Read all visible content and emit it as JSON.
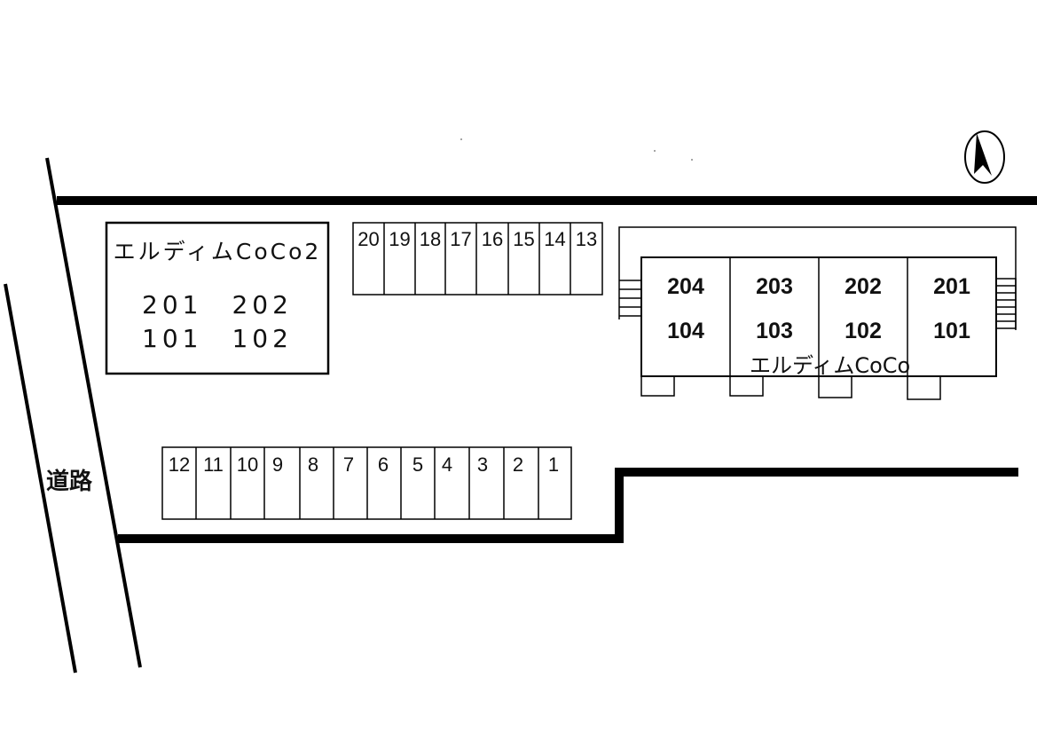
{
  "road_label": "道路",
  "building_2": {
    "name": "エルディムCoCo2",
    "units_row1": "201　202",
    "units_row2": "101　102"
  },
  "building_1": {
    "name": "エルディムCoCo",
    "units": [
      {
        "upper": "204",
        "lower": "104"
      },
      {
        "upper": "203",
        "lower": "103"
      },
      {
        "upper": "202",
        "lower": "102"
      },
      {
        "upper": "201",
        "lower": "101"
      }
    ]
  },
  "parking_top": [
    "20",
    "19",
    "18",
    "17",
    "16",
    "15",
    "14",
    "13"
  ],
  "parking_bottom": [
    "12",
    "11",
    "10",
    "9",
    "8",
    "7",
    "6",
    "5",
    "4",
    "3",
    "2",
    "1"
  ],
  "compass": {
    "icon": "north-arrow-icon"
  },
  "colors": {
    "lines": "#000000",
    "background": "#ffffff"
  }
}
